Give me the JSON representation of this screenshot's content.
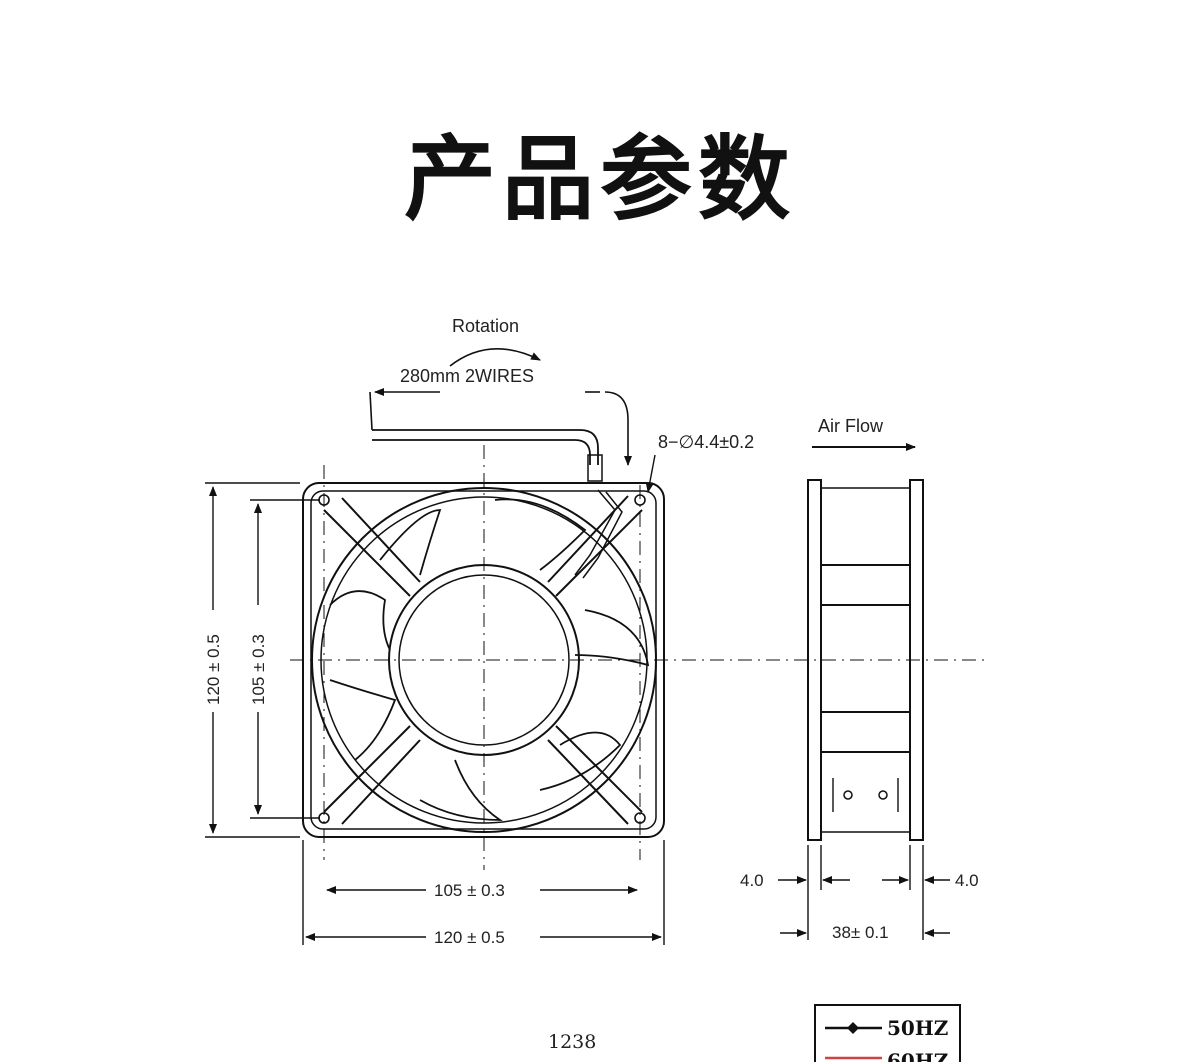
{
  "title": "产品参数",
  "front_view": {
    "rotation_label": "Rotation",
    "wire_label": "280mm 2WIRES",
    "hole_label": "8−∅4.4±0.2",
    "overall_width": "120 ± 0.5",
    "hole_spacing_width": "105 ± 0.3",
    "overall_height": "120 ± 0.5",
    "hole_spacing_height": "105 ± 0.3"
  },
  "side_view": {
    "airflow_label": "Air Flow",
    "flange_left": "4.0",
    "flange_right": "4.0",
    "depth": "38± 0.1"
  },
  "bottom": {
    "model": "1238",
    "legend_50hz": "50HZ",
    "legend_60hz": "60HZ"
  }
}
